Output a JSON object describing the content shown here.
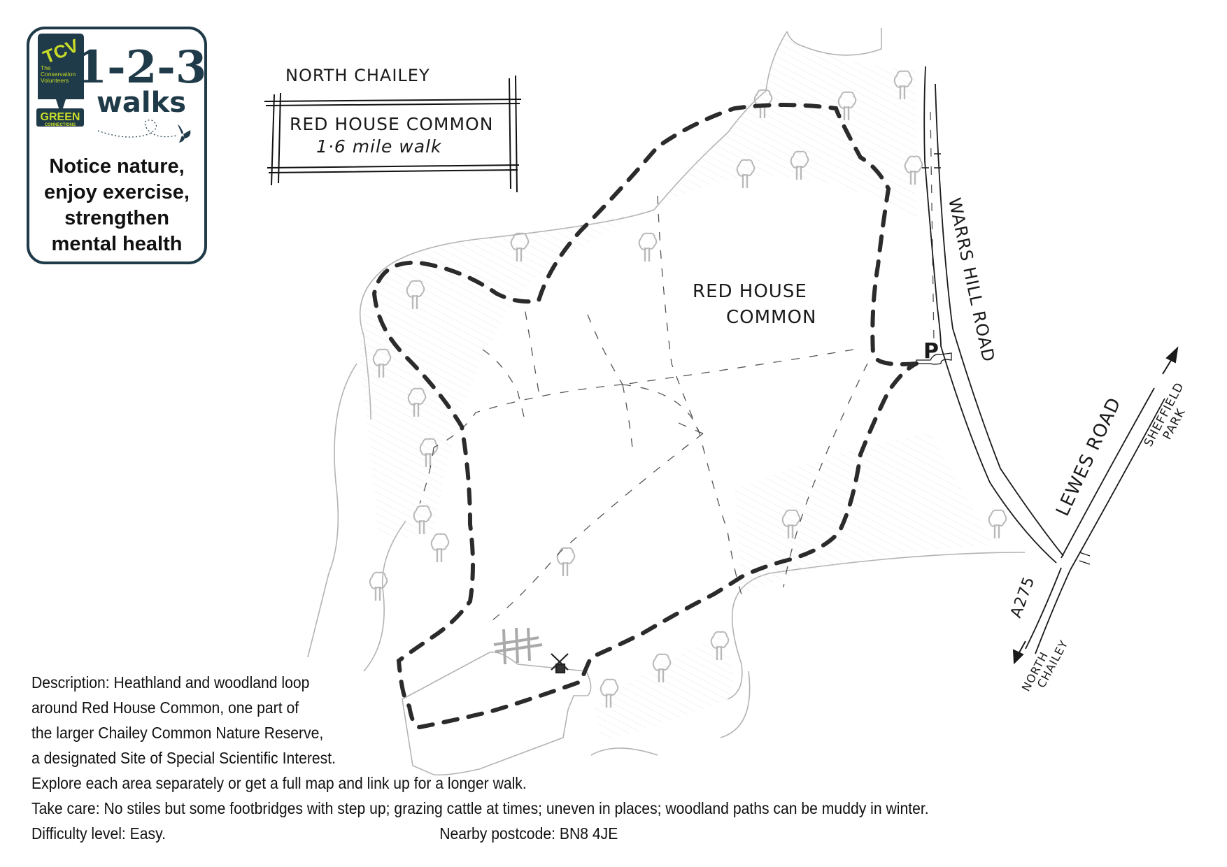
{
  "logo": {
    "org_short": "TCV",
    "org_name_lines": [
      "The",
      "Conservation",
      "Volunteers"
    ],
    "programme": "GREEN",
    "programme_sub": "CONNECTIONS",
    "brand_numbers": "1-2-3",
    "brand_word": "walks",
    "tagline_lines": [
      "Notice nature,",
      "enjoy exercise,",
      "strengthen",
      "mental health"
    ],
    "colors": {
      "navy": "#1f3a48",
      "lime": "#c8dc28"
    }
  },
  "title_block": {
    "locality": "NORTH CHAILEY",
    "walk_name": "RED HOUSE COMMON",
    "distance": "1·6 mile walk"
  },
  "map": {
    "area_label_lines": [
      "RED HOUSE",
      "COMMON"
    ],
    "parking_symbol": "P",
    "roads": {
      "warrs_hill": "WARRS HILL ROAD",
      "lewes": "LEWES ROAD",
      "a275": "A275"
    },
    "destinations": {
      "north_east": [
        "SHEFFIELD",
        "PARK"
      ],
      "south_west": [
        "NORTH",
        "CHAILEY"
      ]
    },
    "route_color": "#2b2b2b",
    "woodland_color": "#c4c4c4"
  },
  "description": {
    "lines": [
      "Description: Heathland and woodland loop",
      "around Red House Common, one part of",
      "the larger Chailey Common Nature Reserve,",
      "a designated Site of Special Scientific Interest.",
      "Explore each area separately or get a full map and link up for a longer walk.",
      "Take care: No stiles but some footbridges with step up; grazing cattle at times; uneven in places; woodland paths can be muddy in winter."
    ],
    "difficulty": "Difficulty level: Easy.",
    "postcode": "Nearby postcode: BN8 4JE"
  }
}
